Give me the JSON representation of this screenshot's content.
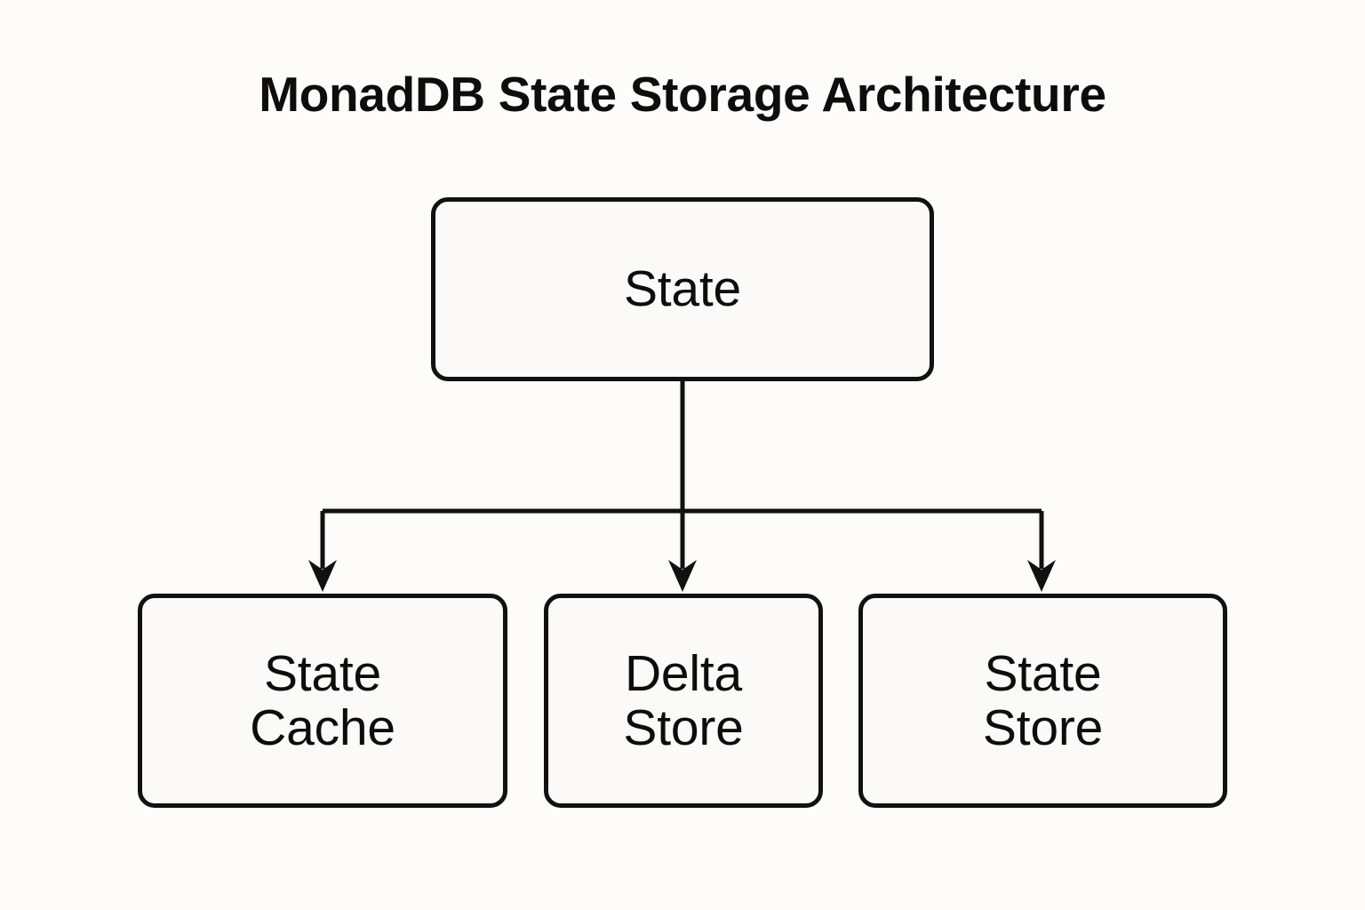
{
  "diagram": {
    "title": "MonadDB State Storage Architecture",
    "type": "hierarchy-tree",
    "background_color": "#fdfcfa",
    "stroke_color": "#111111",
    "node_fill_color": "#fbfaf8",
    "text_color": "#0d0d0d",
    "nodes": [
      {
        "id": "state",
        "label": "State",
        "level": 0,
        "shape": "rounded-rectangle"
      },
      {
        "id": "state-cache",
        "label": "State\nCache",
        "level": 1,
        "shape": "rounded-rectangle"
      },
      {
        "id": "delta-store",
        "label": "Delta\nStore",
        "level": 1,
        "shape": "rounded-rectangle"
      },
      {
        "id": "state-store",
        "label": "State\nStore",
        "level": 1,
        "shape": "rounded-rectangle"
      }
    ],
    "edges": [
      {
        "from": "state",
        "to": "state-cache",
        "arrow": "end",
        "style": "orthogonal"
      },
      {
        "from": "state",
        "to": "delta-store",
        "arrow": "end",
        "style": "orthogonal"
      },
      {
        "from": "state",
        "to": "state-store",
        "arrow": "end",
        "style": "orthogonal"
      }
    ]
  }
}
